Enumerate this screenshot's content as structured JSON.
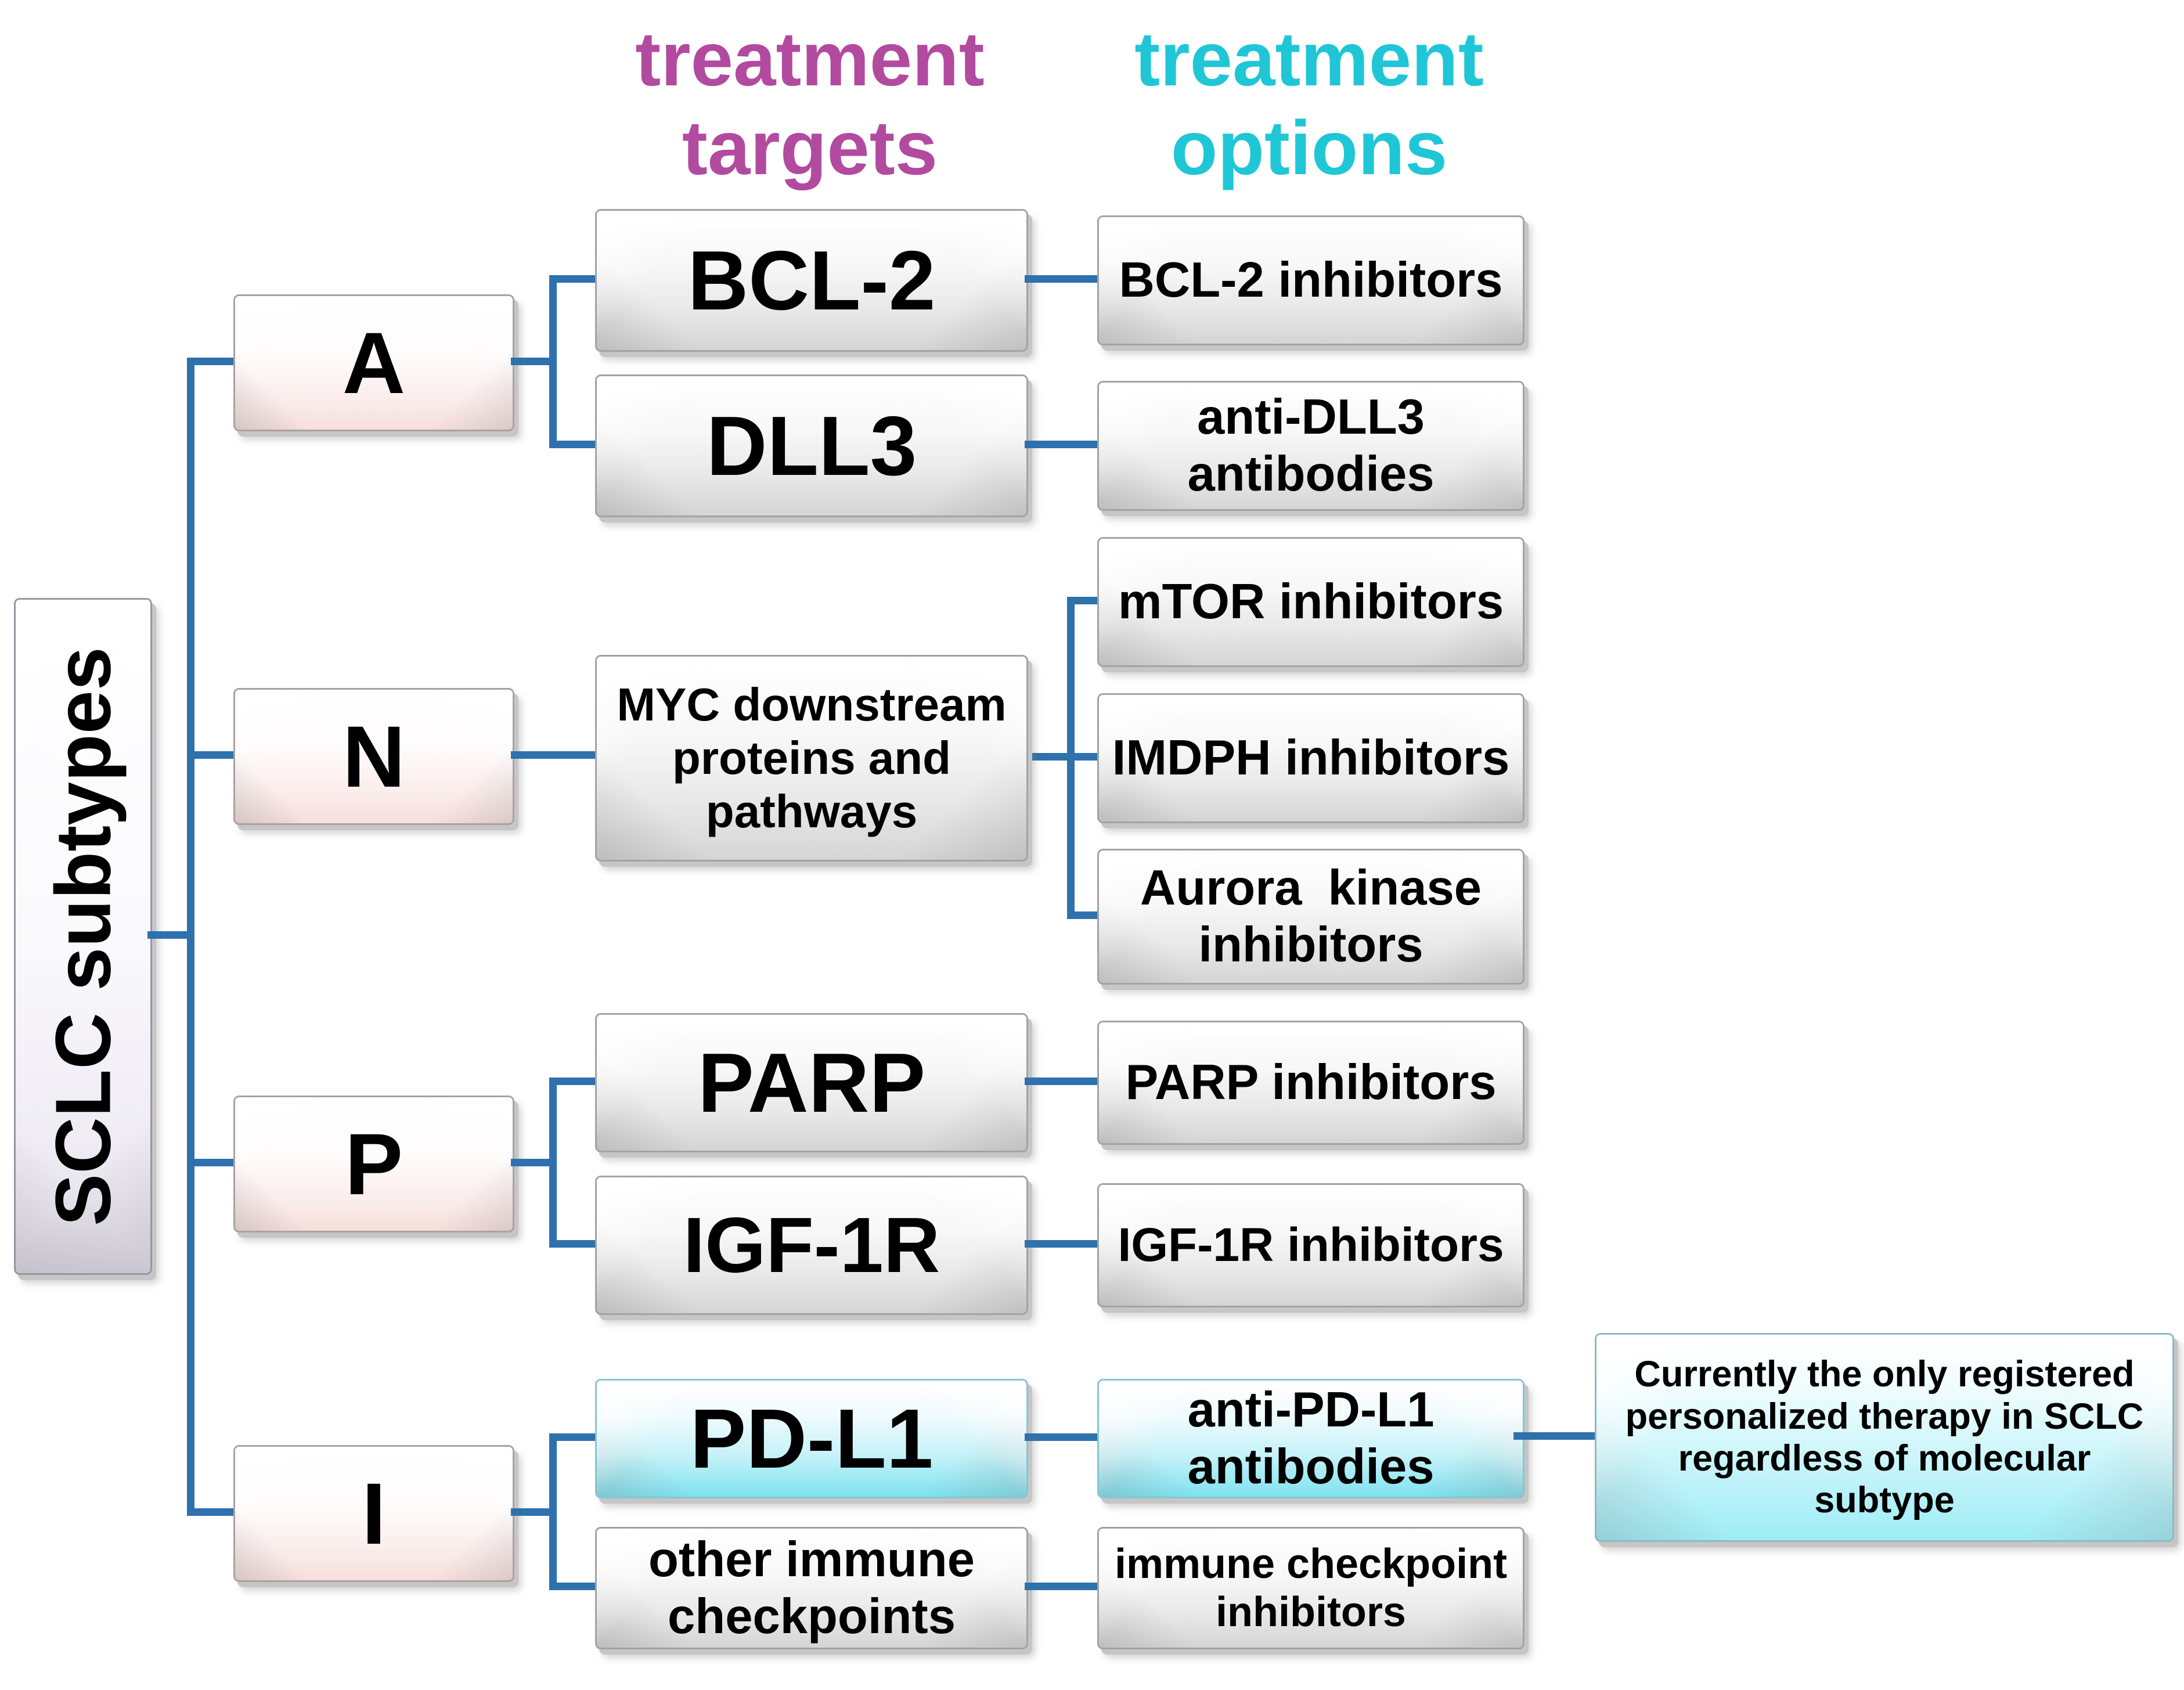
{
  "figure": {
    "column_headers": {
      "targets": "treatment targets",
      "options": "treatment options"
    },
    "root_label": "SCLC subtypes",
    "rows": [
      {
        "subtype": "A",
        "branches": [
          {
            "target": "BCL-2",
            "option": "BCL-2 inhibitors"
          },
          {
            "target": "DLL3",
            "option": "anti-DLL3 antibodies"
          }
        ]
      },
      {
        "subtype": "N",
        "branches": [
          {
            "target": "MYC downstream proteins and pathways",
            "options": [
              "mTOR inhibitors",
              "IMDPH inhibitors",
              "Aurora kinase inhibitors"
            ]
          }
        ]
      },
      {
        "subtype": "P",
        "branches": [
          {
            "target": "PARP",
            "option": "PARP inhibitors"
          },
          {
            "target": "IGF-1R",
            "option": "IGF-1R inhibitors"
          }
        ]
      },
      {
        "subtype": "I",
        "branches": [
          {
            "target": "PD-L1",
            "option": "anti-PD-L1 antibodies",
            "highlighted": true
          },
          {
            "target": "other immune checkpoints",
            "option": "immune checkpoint inhibitors"
          }
        ]
      }
    ],
    "annotation": "Currently the only registered personalized therapy in SCLC regardless of molecular subtype",
    "colors": {
      "header_targets": "#b24a9f",
      "header_options": "#1fc6d6",
      "connector_blue": "#2e71ad",
      "subtype_box_tint": "#f7dfdc",
      "highlight_box_tint": "#7ee2ef",
      "gray_box_tint": "#d5d5d5"
    }
  }
}
